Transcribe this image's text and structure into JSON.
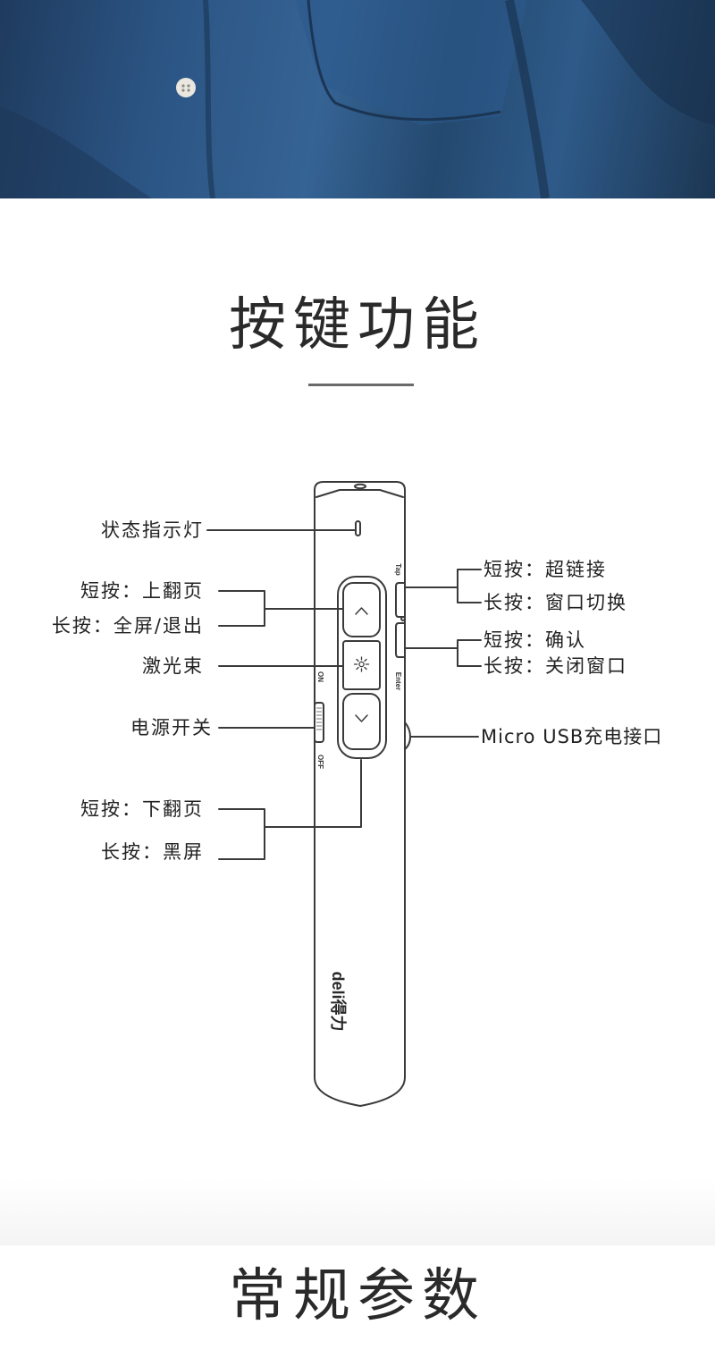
{
  "section": {
    "title": "按键功能",
    "next_title": "常规参数"
  },
  "labels": {
    "status_light": "状态指示灯",
    "up_short": "短按：上翻页",
    "up_long": "长按：全屏/退出",
    "laser": "激光束",
    "power": "电源开关",
    "down_short": "短按：下翻页",
    "down_long": "长按：黑屏",
    "tap_short": "短按：超链接",
    "tap_long": "长按：窗口切换",
    "enter_short": "短按：确认",
    "enter_long": "长按：关闭窗口",
    "usb": "Micro USB充电接口"
  },
  "device": {
    "switch_on": "ON",
    "switch_off": "OFF",
    "side_tap": "Tap",
    "side_enter": "Enter",
    "brand": "deli得力"
  },
  "colors": {
    "line": "#3a3a3a",
    "shirt": "#2b5483"
  }
}
